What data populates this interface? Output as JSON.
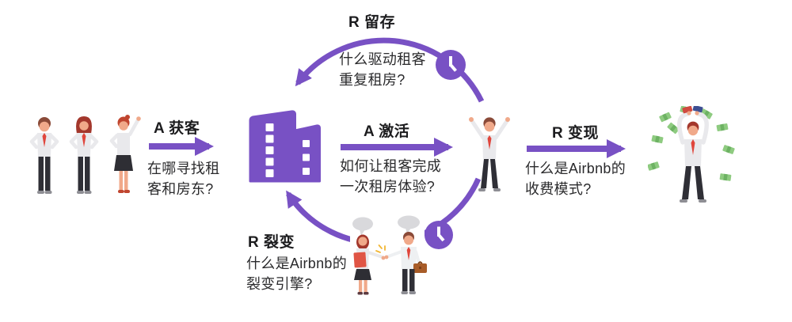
{
  "diagram": {
    "name": "Airbnb AARRR growth loop diagram",
    "colors": {
      "accent_purple": "#7851c4",
      "heading_text": "#1c1c1e",
      "body_text": "#2b2b2d",
      "shirt_gray": "#e9e9ec",
      "tie_red": "#e0463c",
      "pants_dark": "#2f2f36",
      "money_green": "#8ecb80",
      "bubble_gray": "#d9d9dc"
    },
    "steps": {
      "acquisition": {
        "label": "A 获客",
        "question_line1": "在哪寻找租",
        "question_line2": "客和房东?"
      },
      "activation": {
        "label": "A 激活",
        "question_line1": "如何让租客完成",
        "question_line2": "一次租房体验?"
      },
      "revenue": {
        "label": "R 变现",
        "question_line1": "什么是Airbnb的",
        "question_line2": "收费模式?"
      },
      "retention": {
        "label": "R 留存",
        "question_line1": "什么驱动租客",
        "question_line2": "重复租房?"
      },
      "referral": {
        "label": "R 裂变",
        "question_line1": "什么是Airbnb的",
        "question_line2": "裂变引擎?"
      }
    },
    "icons": {
      "building": "building-icon",
      "clock_top": "clock-icon",
      "clock_bottom": "clock-icon",
      "speech_bubbles": "speech-bubble-icon",
      "briefcase": "briefcase-icon"
    },
    "illustrations": {
      "people_group": "three-people-standing",
      "cheering_person": "person-cheering",
      "money_person": "person-throwing-money",
      "handshake_people": "two-people-greeting"
    }
  }
}
